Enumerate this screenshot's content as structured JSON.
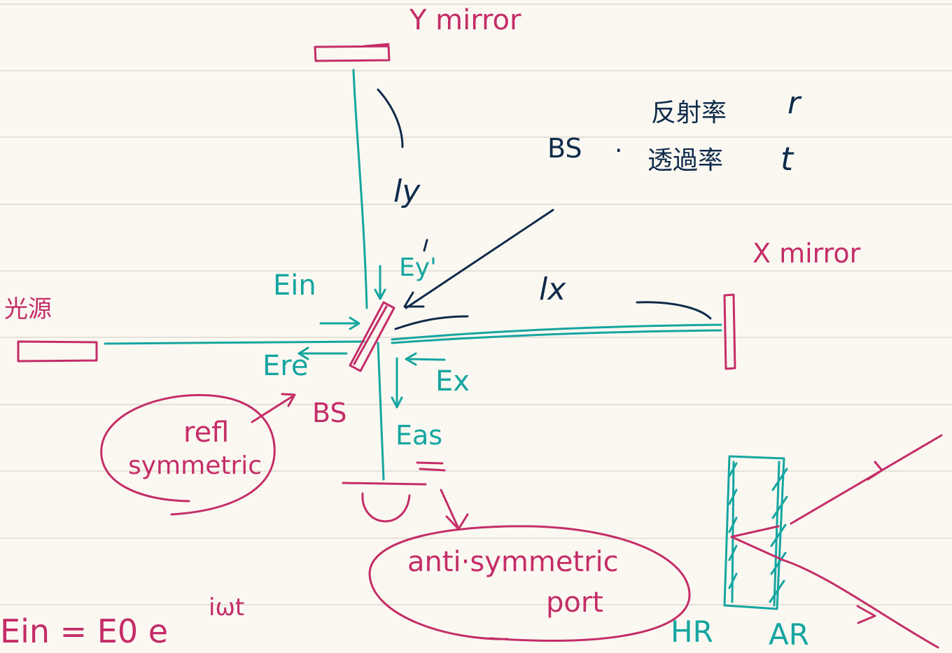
{
  "colors": {
    "teal": "#16a5a0",
    "pink": "#c42d68",
    "navy": "#0f2b4a",
    "paper": "#fbf8f2",
    "rule": "#d8d4cc"
  },
  "labels": {
    "y_mirror": "Y mirror",
    "x_mirror": "X mirror",
    "light_source": "光源",
    "reflectance": "反射率",
    "r": "r",
    "bs": "BS",
    "transmittance": "透過率",
    "t": "t",
    "ly": "ly",
    "lx": "lx",
    "e_y_prime": "Ey'",
    "e_in": "Ein",
    "e_re": "Ere",
    "e_x": "Ex",
    "bs_lower": "BS",
    "e_as": "Eas",
    "refl": "refl",
    "symmetric": "symmetric",
    "anti_symmetric": "anti·symmetric",
    "port": "port",
    "hr": "HR",
    "ar": "AR",
    "equation": "Ein = E0 e",
    "exponent": "iωt"
  }
}
